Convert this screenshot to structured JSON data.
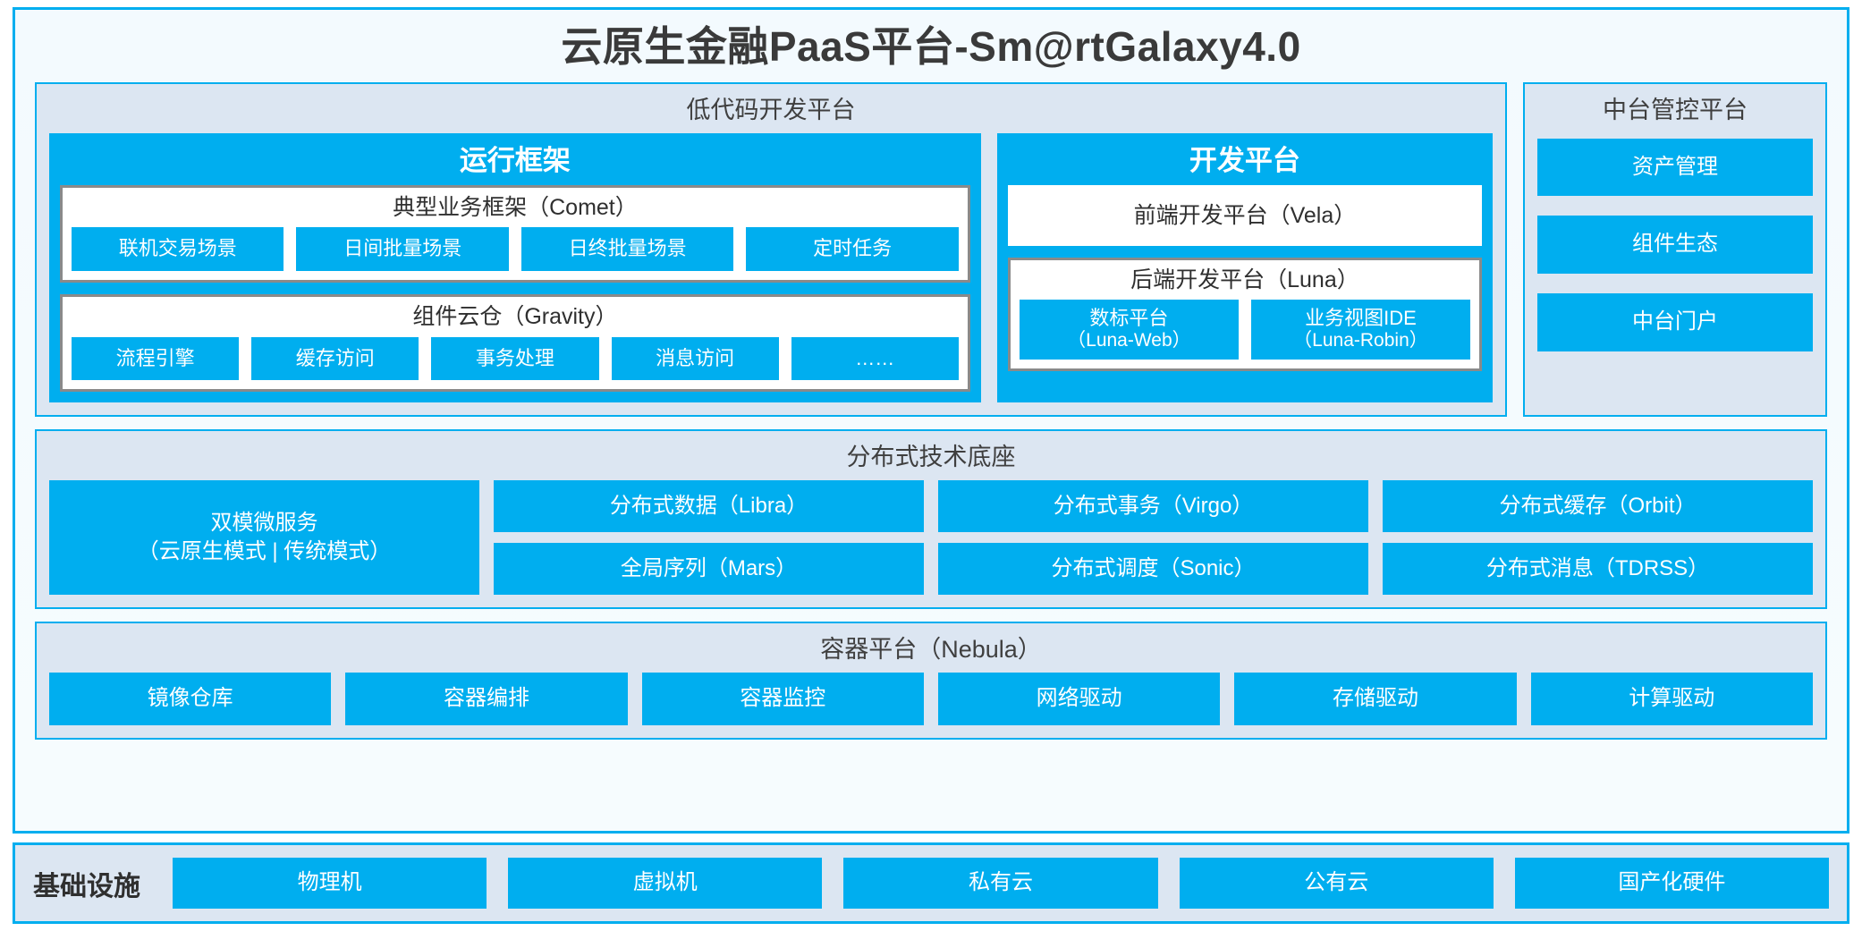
{
  "title": "云原生金融PaaS平台-Sm@rtGalaxy4.0",
  "colors": {
    "accent_blue": "#00AEEF",
    "panel_bg": "#DCE6F2",
    "card_bg": "#F4FBFE",
    "group_border": "#8A8A8A",
    "text_dark": "#3A3A3A",
    "text_white": "#FFFFFF"
  },
  "lowcode": {
    "title": "低代码开发平台",
    "runtime": {
      "title": "运行框架",
      "comet": {
        "title": "典型业务框架（Comet）",
        "items": [
          "联机交易场景",
          "日间批量场景",
          "日终批量场景",
          "定时任务"
        ]
      },
      "gravity": {
        "title": "组件云仓（Gravity）",
        "items": [
          "流程引擎",
          "缓存访问",
          "事务处理",
          "消息访问",
          "……"
        ]
      }
    },
    "devplatform": {
      "title": "开发平台",
      "frontend": "前端开发平台（Vela）",
      "backend": {
        "title": "后端开发平台（Luna）",
        "items": [
          {
            "line1": "数标平台",
            "line2": "（Luna-Web）"
          },
          {
            "line1": "业务视图IDE",
            "line2": "（Luna-Robin）"
          }
        ]
      }
    }
  },
  "midplatform": {
    "title": "中台管控平台",
    "items": [
      "资产管理",
      "组件生态",
      "中台门户"
    ]
  },
  "techbase": {
    "title": "分布式技术底座",
    "microservice": {
      "line1": "双模微服务",
      "line2": "（云原生模式 | 传统模式）"
    },
    "columns": [
      [
        "分布式数据（Libra）",
        "全局序列（Mars）"
      ],
      [
        "分布式事务（Virgo）",
        "分布式调度（Sonic）"
      ],
      [
        "分布式缓存（Orbit）",
        "分布式消息（TDRSS）"
      ]
    ]
  },
  "container": {
    "title": "容器平台（Nebula）",
    "items": [
      "镜像仓库",
      "容器编排",
      "容器监控",
      "网络驱动",
      "存储驱动",
      "计算驱动"
    ]
  },
  "infrastructure": {
    "label": "基础设施",
    "items": [
      "物理机",
      "虚拟机",
      "私有云",
      "公有云",
      "国产化硬件"
    ]
  }
}
